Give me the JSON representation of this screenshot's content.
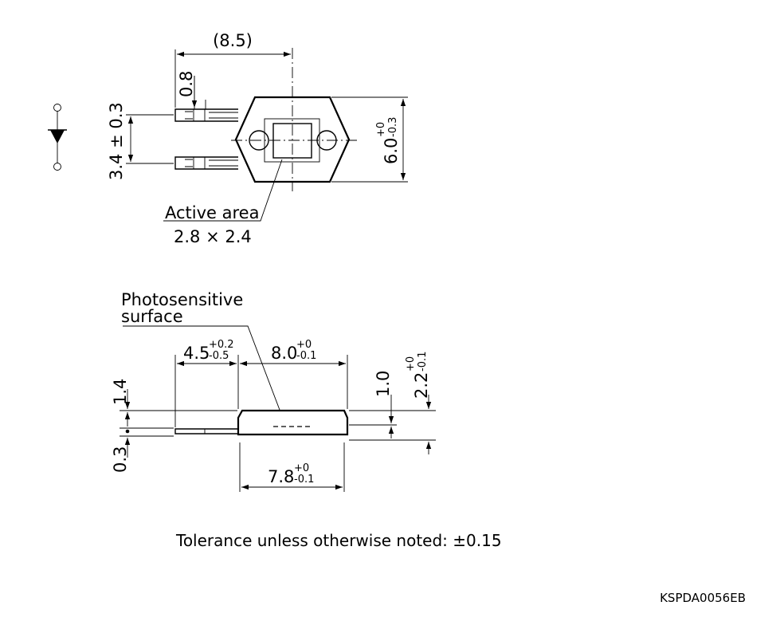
{
  "top_view": {
    "dim_width": "(8.5)",
    "dim_lead_width": "0.8",
    "dim_lead_pitch": "3.4 ± 0.3",
    "dim_height_base": "6.0",
    "dim_height_tol_plus": "+0",
    "dim_height_tol_minus": "-0.3",
    "active_area_label": "Active area",
    "active_area_value": "2.8 × 2.4"
  },
  "side_view": {
    "photosensitive_label_line1": "Photosensitive",
    "photosensitive_label_line2": "surface",
    "dim_lead_len_base": "4.5",
    "dim_lead_len_tol_plus": "+0.2",
    "dim_lead_len_tol_minus": "-0.5",
    "dim_body_top_base": "8.0",
    "dim_body_top_tol_plus": "+0",
    "dim_body_top_tol_minus": "-0.1",
    "dim_body_bottom_base": "7.8",
    "dim_body_bottom_tol_plus": "+0",
    "dim_body_bottom_tol_minus": "-0.1",
    "dim_lead_offset": "1.4",
    "dim_lead_thickness": "0.3",
    "dim_surface_height": "1.0",
    "dim_total_height_base": "2.2",
    "dim_total_height_tol_plus": "+0",
    "dim_total_height_tol_minus": "-0.1"
  },
  "tolerance_note": "Tolerance unless otherwise noted: ±0.15",
  "drawing_code": "KSPDA0056EB",
  "icons": {
    "symbol": "photodiode-symbol-icon"
  }
}
